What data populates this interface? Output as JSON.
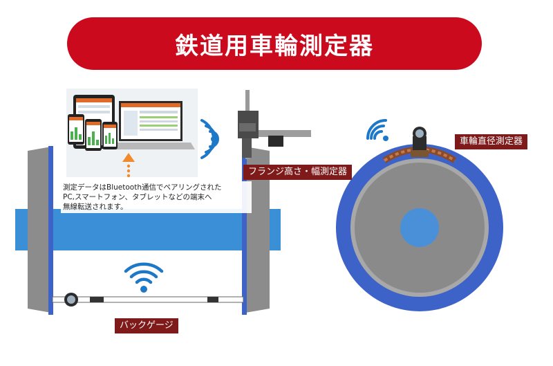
{
  "title": "鉄道用車輪測定器",
  "labels": {
    "flange_gauge": "フランジ高さ・幅測定器",
    "wheel_diameter_gauge": "車輪直径測定器",
    "back_gauge": "バックゲージ"
  },
  "description": {
    "line1": "測定データはBluetooth通信でペアリングされた",
    "line2": "PC,スマートフォン、タブレットなどの端末へ",
    "line3": "無線転送されます。"
  },
  "colors": {
    "banner": "#cc0a1e",
    "label_bg": "#7f1a1a",
    "axle": "#3b8fd6",
    "wheel_gray": "#8a8a8a",
    "rim_blue": "#3d63c9",
    "wifi": "#1e78c8",
    "arrow": "#f08a2c"
  }
}
